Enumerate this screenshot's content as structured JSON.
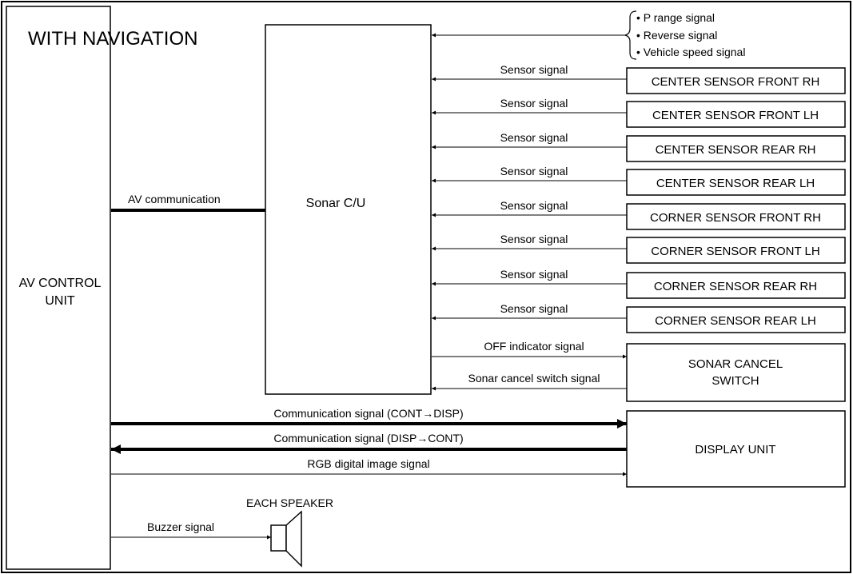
{
  "title": "WITH NAVIGATION",
  "av_control_unit": {
    "line1": "AV CONTROL",
    "line2": "UNIT"
  },
  "sonar_cu": {
    "label": "Sonar C/U"
  },
  "av_communication": "AV communication",
  "top_inputs": [
    "• P range signal",
    "• Reverse  signal",
    "• Vehicle speed signal"
  ],
  "sensors": [
    {
      "signal": "Sensor signal",
      "name": "CENTER SENSOR FRONT RH"
    },
    {
      "signal": "Sensor signal",
      "name": "CENTER SENSOR FRONT LH"
    },
    {
      "signal": "Sensor signal",
      "name": "CENTER SENSOR REAR RH"
    },
    {
      "signal": "Sensor signal",
      "name": "CENTER SENSOR REAR LH"
    },
    {
      "signal": "Sensor signal",
      "name": "CORNER SENSOR FRONT RH"
    },
    {
      "signal": "Sensor signal",
      "name": "CORNER SENSOR FRONT LH"
    },
    {
      "signal": "Sensor signal",
      "name": "CORNER SENSOR REAR RH"
    },
    {
      "signal": "Sensor signal",
      "name": "CORNER SENSOR REAR LH"
    }
  ],
  "sonar_cancel": {
    "line1": "SONAR CANCEL",
    "line2": "SWITCH",
    "off_indicator": "OFF indicator signal",
    "cancel_signal": "Sonar cancel switch signal"
  },
  "display": {
    "label": "DISPLAY UNIT",
    "comm_to_disp": "Communication signal (CONT→DISP)",
    "comm_to_cont": "Communication signal (DISP→CONT)",
    "rgb": "RGB digital image signal"
  },
  "speaker": {
    "label": "EACH SPEAKER",
    "buzzer": "Buzzer signal"
  }
}
